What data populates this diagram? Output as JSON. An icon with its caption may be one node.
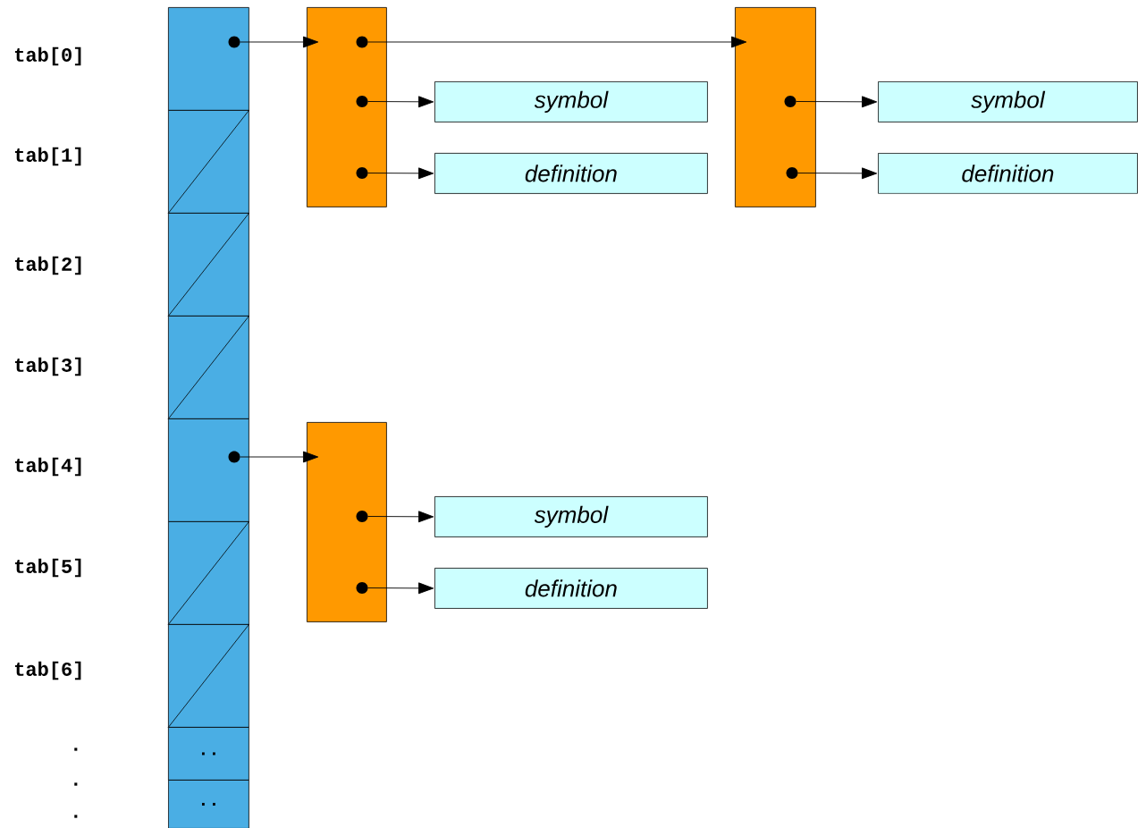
{
  "diagram": {
    "nodes": [
      {
        "text": [],
        "shape": "box"
      },
      {
        "text": [],
        "shape": "box"
      },
      {
        "text": [],
        "shape": "box"
      },
      {
        "text": [],
        "shape": "box"
      },
      {
        "text": [],
        "shape": "box"
      },
      {
        "text": [],
        "shape": "box"
      },
      {
        "text": [],
        "shape": "box"
      },
      {
        "text": [
          ".."
        ]
      },
      {
        "text": [
          ".."
        ]
      },
      {
        "text": [],
        "shape": "box"
      },
      {
        "text": [
          "symbol"
        ]
      },
      {
        "text": [
          "definition"
        ]
      },
      {
        "text": [],
        "shape": "box"
      },
      {
        "text": [
          "symbol"
        ]
      },
      {
        "text": [
          "definition"
        ]
      },
      {
        "text": [],
        "shape": "box"
      },
      {
        "text": [
          "symbol"
        ]
      },
      {
        "text": [
          "definition"
        ]
      }
    ],
    "edges": [
      {
        "from": 0,
        "to": 9,
        "arrow": "to"
      },
      {
        "from": 9,
        "to": 12,
        "arrow": "to"
      },
      {
        "from": 9,
        "to": 10,
        "arrow": "to"
      },
      {
        "from": 9,
        "to": 11,
        "arrow": "to"
      },
      {
        "from": 12,
        "to": 13,
        "arrow": "to"
      },
      {
        "from": 12,
        "to": 14,
        "arrow": "to"
      },
      {
        "from": 4,
        "to": 15,
        "arrow": "to"
      },
      {
        "from": 15,
        "to": 16,
        "arrow": "to"
      },
      {
        "from": 15,
        "to": 17,
        "arrow": "to"
      }
    ],
    "labels": [
      "tab[0]",
      "tab[1]",
      "tab[2]",
      "tab[3]",
      "tab[4]",
      "tab[5]",
      "tab[6]",
      ".",
      ".",
      "."
    ]
  }
}
